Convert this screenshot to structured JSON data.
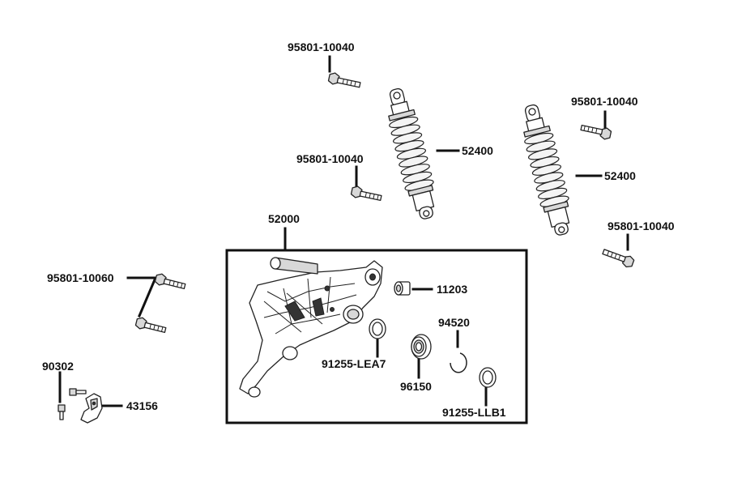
{
  "labels": {
    "bolt_top": "95801-10040",
    "bolt_mid": "95801-10040",
    "bolt_right_top": "95801-10040",
    "bolt_right_bottom": "95801-10040",
    "shock_left": "52400",
    "shock_right": "52400",
    "swingarm": "52000",
    "bolt_pair": "95801-10060",
    "bushing": "11203",
    "circlip": "94520",
    "seal_left": "91255-LEA7",
    "bearing": "96150",
    "seal_right": "91255-LLB1",
    "screw": "90302",
    "bracket": "43156"
  }
}
